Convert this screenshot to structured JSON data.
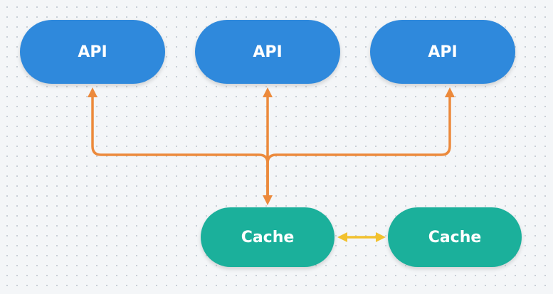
{
  "colors": {
    "api_node": "#2f89dc",
    "cache_node": "#1bb09b",
    "primary_connector": "#ec8a3c",
    "peer_connector": "#f2c12e"
  },
  "nodes": {
    "api": [
      {
        "label": "API"
      },
      {
        "label": "API"
      },
      {
        "label": "API"
      }
    ],
    "cache": [
      {
        "label": "Cache"
      },
      {
        "label": "Cache"
      }
    ]
  }
}
